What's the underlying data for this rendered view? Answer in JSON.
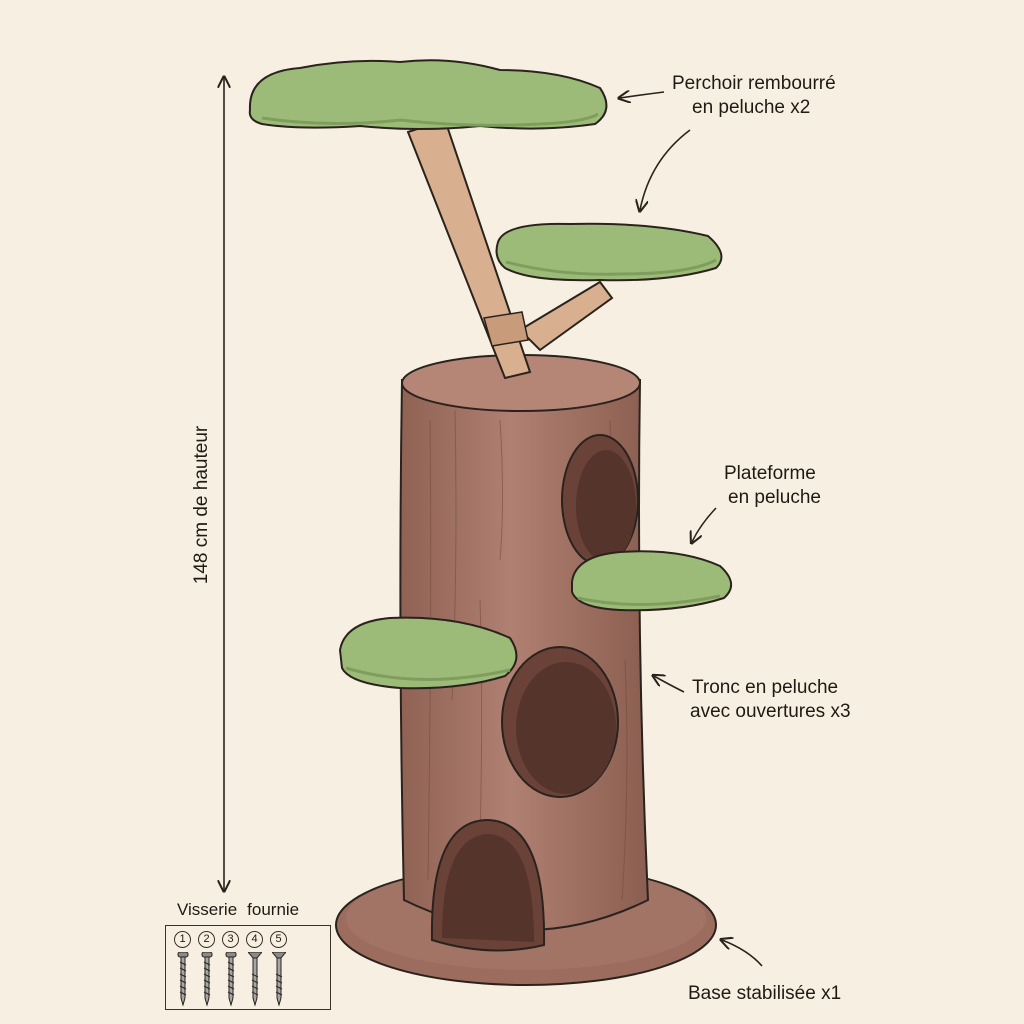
{
  "height_label": "148 cm de hauteur",
  "callouts": {
    "perch": {
      "line1": "Perchoir rembourré",
      "line2": "en peluche x2"
    },
    "platform": {
      "line1": "Plateforme",
      "line2": "en peluche"
    },
    "trunk": {
      "line1": "Tronc en peluche",
      "line2": "avec ouvertures x3"
    },
    "base": {
      "line1": "Base stabilisée x1"
    }
  },
  "hardware": {
    "title_word1": "Visserie",
    "title_word2": "fournie",
    "numbers": [
      "1",
      "2",
      "3",
      "4",
      "5"
    ]
  },
  "colors": {
    "background": "#f7f0e2",
    "trunk": "#a8786a",
    "trunk_dark": "#8a5e50",
    "cushion": "#9dbb78",
    "cushion_dark": "#7f9e5e",
    "branch": "#d9b08f",
    "ink": "#2a231d"
  }
}
